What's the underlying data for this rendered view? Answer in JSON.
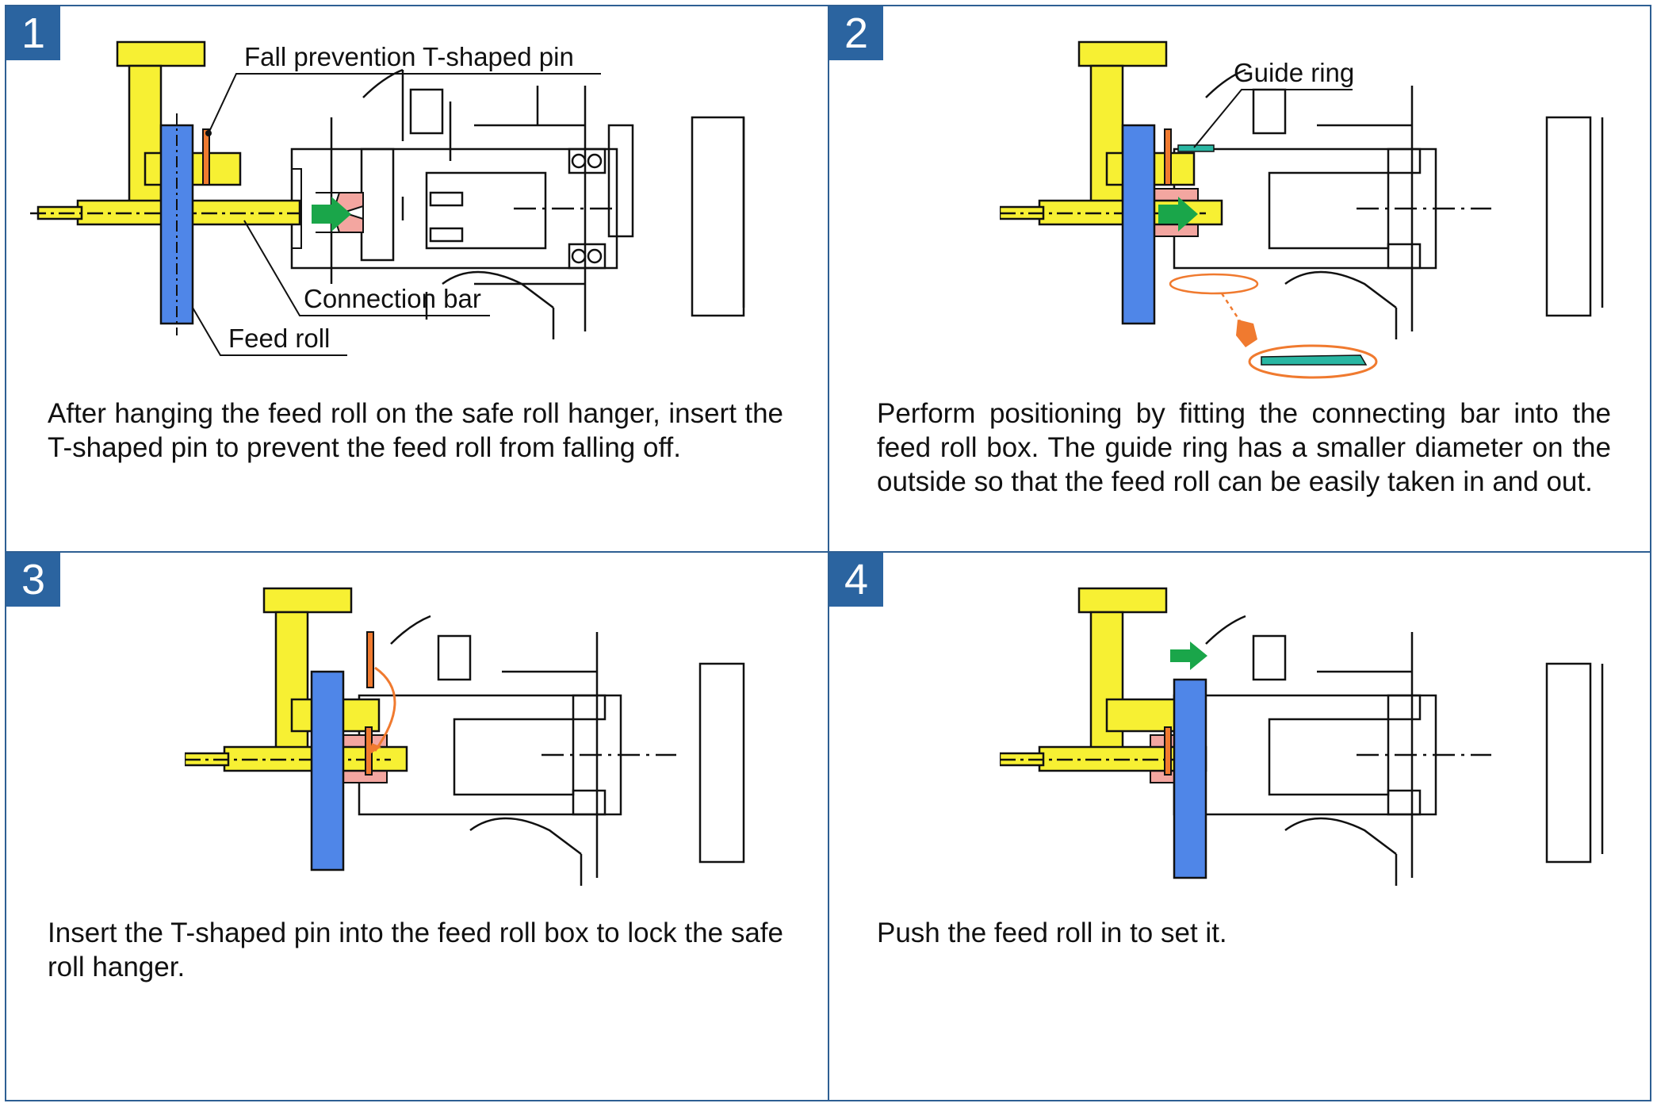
{
  "panels": [
    {
      "number": "1",
      "caption": "After hanging the feed roll on the safe roll hanger, insert the T-shaped pin to prevent the feed roll from falling off.",
      "labels": {
        "pin": "Fall prevention T-shaped pin",
        "bar": "Connection bar",
        "roll": "Feed roll"
      }
    },
    {
      "number": "2",
      "caption": "Perform positioning by fitting the connecting bar into the feed roll box. The guide ring has a smaller diameter on the outside so that the feed roll can be easily taken in and out.",
      "labels": {
        "ring": "Guide ring"
      }
    },
    {
      "number": "3",
      "caption": "Insert the T-shaped pin into the feed roll box to lock the safe roll hanger."
    },
    {
      "number": "4",
      "caption": "Push the feed roll in to set it."
    }
  ],
  "colors": {
    "frame": "#2e5f93",
    "badge": "#2b64a0",
    "hanger": "#f7f033",
    "feed_roll": "#4f86e8",
    "box_highlight": "#f3a6a0",
    "arrow_push": "#1aa64a",
    "arrow_insert": "#f07a2f",
    "guide_ring": "#29b6a2"
  }
}
